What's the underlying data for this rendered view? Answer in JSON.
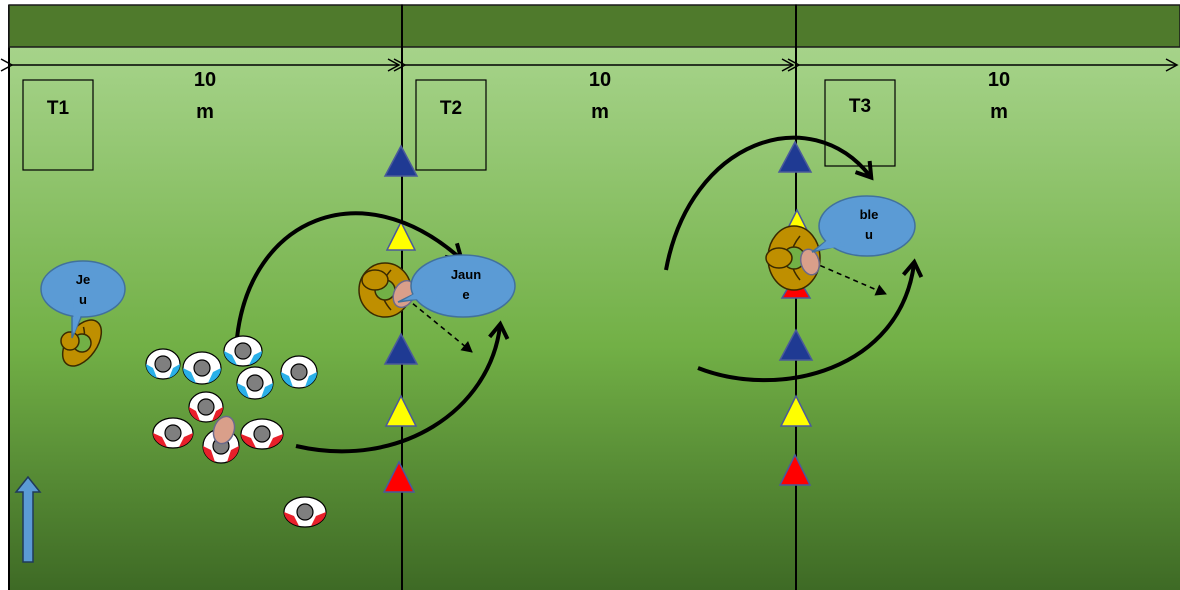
{
  "zones": [
    {
      "label": "T1",
      "distance": "10\nm"
    },
    {
      "label": "T2",
      "distance": "10\nm"
    },
    {
      "label": "T3",
      "distance": "10\nm"
    }
  ],
  "bubbles": [
    {
      "text": "Je\nu"
    },
    {
      "text": "Jaun\ne"
    },
    {
      "text": "ble\nu"
    }
  ],
  "colors": {
    "header": "#4f7a2c",
    "field_top": "#a6d38a",
    "field_mid": "#72b046",
    "field_bottom": "#3e6a25",
    "bubble": "#5b9bd5",
    "cone_blue": "#1f3a93",
    "cone_yellow": "#ffff00",
    "cone_red": "#ff0000",
    "player_gold": "#bf8f00",
    "team_blue": "#2ab0e8",
    "team_red": "#e8202a",
    "ball": "#d99f8a",
    "direction_arrow": "#5b9bd5"
  },
  "icons": [
    "up-arrow-icon",
    "cone-icon",
    "player-icon",
    "ball-icon",
    "speech-bubble-icon"
  ]
}
